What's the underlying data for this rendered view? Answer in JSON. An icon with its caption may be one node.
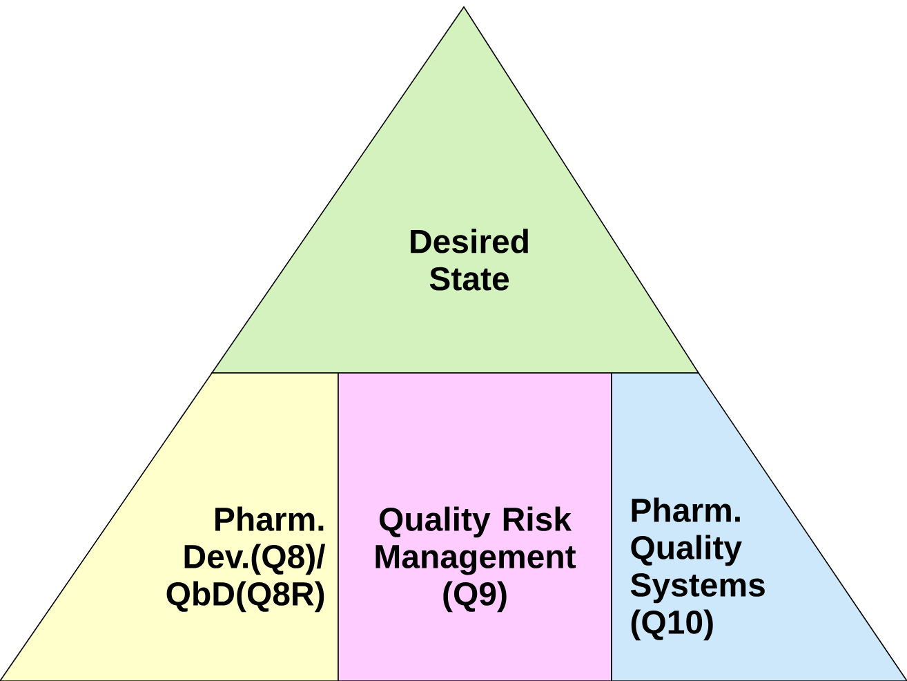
{
  "diagram": {
    "nodes": [
      {
        "text": [
          "Desired State"
        ]
      },
      {
        "text": [
          "Pharm. Dev.(Q8)/ QbD(Q8R)"
        ]
      },
      {
        "text": [
          "Quality Risk Management (Q9)"
        ]
      },
      {
        "text": [
          "Pharm. Quality Systems (Q10)"
        ]
      }
    ]
  }
}
